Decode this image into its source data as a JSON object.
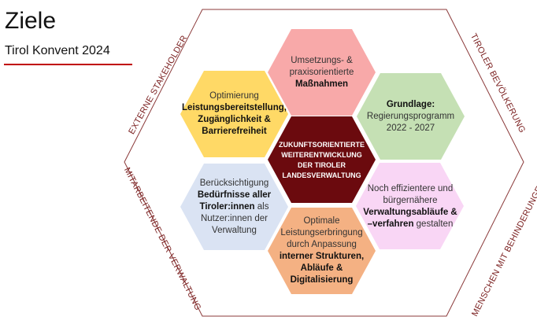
{
  "header": {
    "title": "Ziele",
    "subtitle": "Tirol Konvent 2024"
  },
  "colors": {
    "outline": "#8b3a3a",
    "underline": "#c00000",
    "center": "#6b0a0e",
    "pink": "#f8a9a9",
    "yellow": "#ffd966",
    "green": "#c5e0b4",
    "blue": "#dae3f3",
    "lilac": "#f9d6f5",
    "orange": "#f4b183"
  },
  "sides": {
    "top_left": "EXTERNE STAKEHOLDER",
    "top_right": "TIROLER BEVÖLKERUNG",
    "bottom_left": "MITARBEITENDE DER VERWALTUNG",
    "bottom_right": "MENSCHEN MIT BEHINDERUNGEN"
  },
  "center": {
    "lines": [
      "ZUKUNFTSORIENTIERTE",
      "WEITERENTWICKLUNG",
      "DER TIROLER",
      "LANDESVERWALTUNG"
    ]
  },
  "hexes": {
    "top": {
      "l1": "Umsetzungs- &",
      "l2": "praxisorientierte",
      "b1": "Maßnahmen"
    },
    "upper_left": {
      "l1": "Optimierung",
      "b1": "Leistungsbereitstellung,",
      "b2": "Zugänglichkeit &",
      "b3": "Barrierefreiheit"
    },
    "upper_right": {
      "b1": "Grundlage:",
      "l1": "Regierungsprogramm",
      "l2": "2022 - 2027"
    },
    "lower_left": {
      "l1": "Berücksichtigung",
      "b1": "Bedürfnisse aller",
      "b2": "Tiroler:innen",
      "l2": " als",
      "l3": "Nutzer:innen der",
      "l4": "Verwaltung"
    },
    "lower_right": {
      "l1": "Noch effizientere und",
      "l2": "bürgernähere",
      "b1": "Verwaltungsabläufe &",
      "b2": "–verfahren",
      "l3": " gestalten"
    },
    "bottom": {
      "l1": "Optimale",
      "l2": "Leistungserbringung",
      "l3": "durch Anpassung",
      "b1": "interner Strukturen,",
      "b2": "Abläufe &",
      "b3": "Digitalisierung"
    }
  }
}
